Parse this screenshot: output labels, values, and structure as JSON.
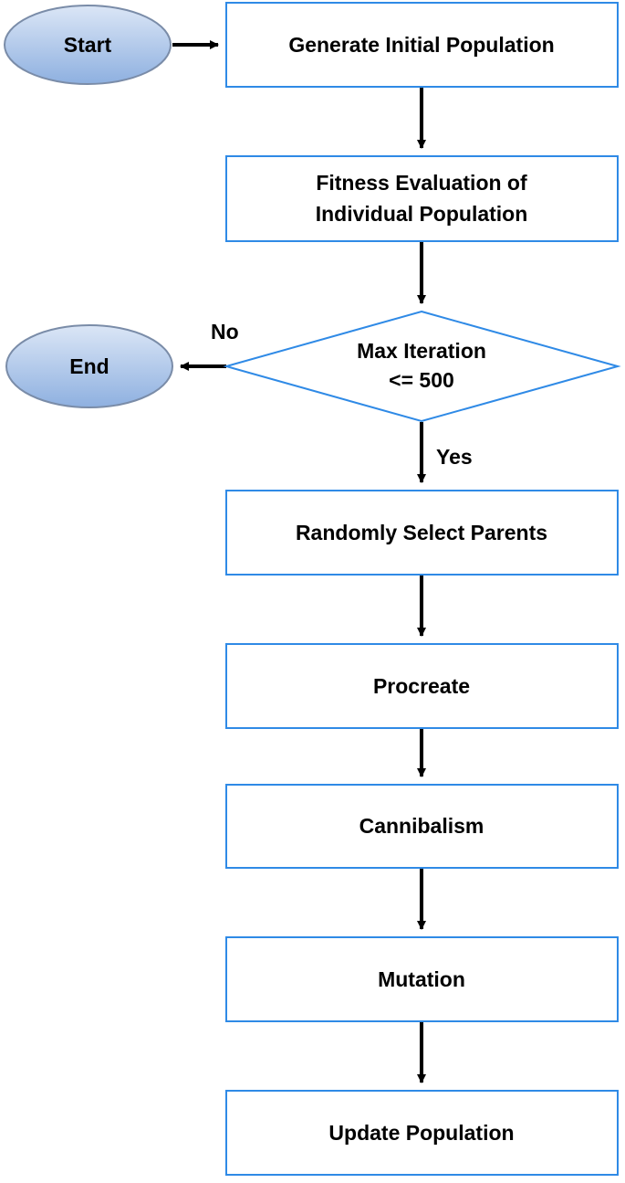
{
  "diagram": {
    "colors": {
      "box_fill": "#ffffff",
      "box_stroke": "#2f8ae6",
      "terminal_fill_top": "#dbe6f6",
      "terminal_fill_bottom": "#8eb0e0",
      "terminal_stroke": "#7a8ca8",
      "arrow": "#000000"
    },
    "nodes": {
      "start": {
        "label": "Start",
        "shape": "ellipse"
      },
      "end": {
        "label": "End",
        "shape": "ellipse"
      },
      "generate": {
        "lines": [
          "Generate Initial Population"
        ],
        "shape": "rectangle"
      },
      "fitness": {
        "lines": [
          "Fitness Evaluation of",
          "Individual Population"
        ],
        "shape": "rectangle"
      },
      "decision": {
        "lines": [
          "Max Iteration",
          "<= 500"
        ],
        "shape": "diamond"
      },
      "select": {
        "lines": [
          "Randomly Select Parents"
        ],
        "shape": "rectangle"
      },
      "procreate": {
        "lines": [
          "Procreate"
        ],
        "shape": "rectangle"
      },
      "cannibalism": {
        "lines": [
          "Cannibalism"
        ],
        "shape": "rectangle"
      },
      "mutation": {
        "lines": [
          "Mutation"
        ],
        "shape": "rectangle"
      },
      "update": {
        "lines": [
          "Update Population"
        ],
        "shape": "rectangle"
      }
    },
    "edges": {
      "no_label": "No",
      "yes_label": "Yes"
    }
  }
}
